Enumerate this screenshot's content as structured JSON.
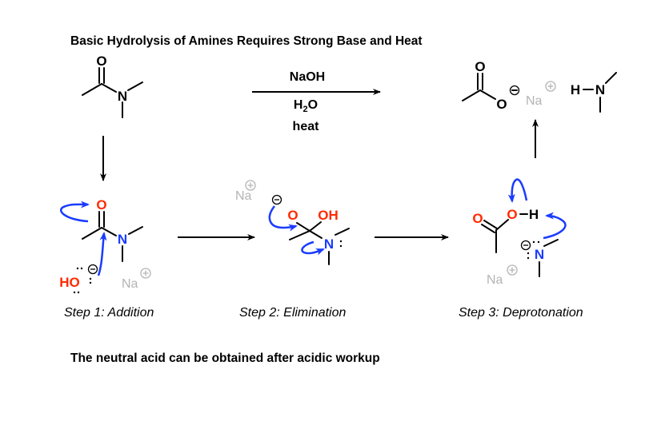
{
  "title": "Basic Hydrolysis of Amines Requires Strong Base and Heat",
  "conditions": {
    "reagent": "NaOH",
    "solvent_main": "H",
    "solvent_sub": "2",
    "solvent_end": "O",
    "temp": "heat"
  },
  "atoms": {
    "O": "O",
    "N": "N",
    "H": "H",
    "OH": "OH",
    "HO": "HO",
    "Na": "Na"
  },
  "steps": [
    {
      "label": "Step 1: Addition"
    },
    {
      "label": "Step 2: Elimination"
    },
    {
      "label": "Step 3: Deprotonation"
    }
  ],
  "footer": "The neutral acid can be obtained after acidic workup",
  "colors": {
    "oxygen": "#ff2a00",
    "nitrogen": "#1a3cff",
    "sodium": "#b4b4b4",
    "arrow_push": "#1a3cff"
  }
}
